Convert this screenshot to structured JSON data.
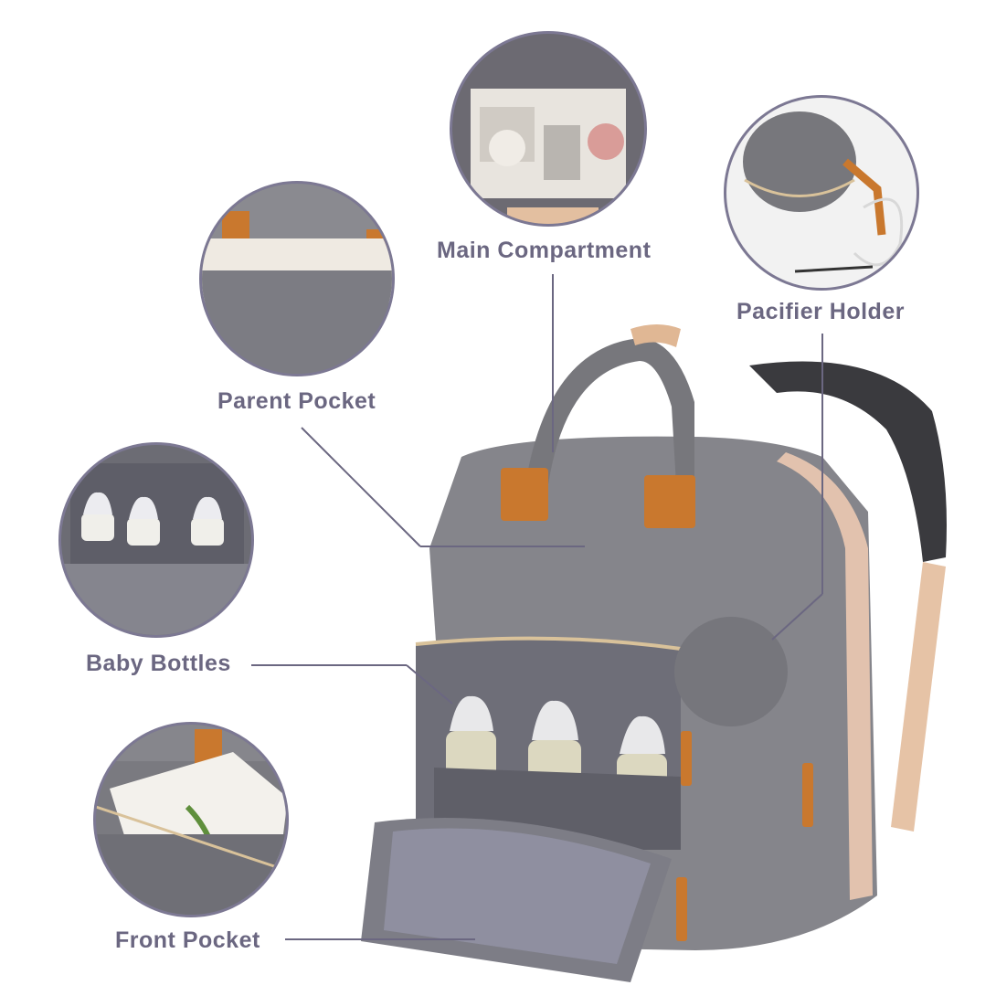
{
  "labels": {
    "main_compartment": "Main Compartment",
    "pacifier_holder": "Pacifier Holder",
    "parent_pocket": "Parent Pocket",
    "baby_bottles": "Baby Bottles",
    "front_pocket": "Front Pocket"
  },
  "colors": {
    "label_text": "#6b6781",
    "circle_border": "#7c7893",
    "bag_gray": "#8a8a90",
    "leather_tan": "#c9782e",
    "strap_beige": "#e6c3a6"
  }
}
